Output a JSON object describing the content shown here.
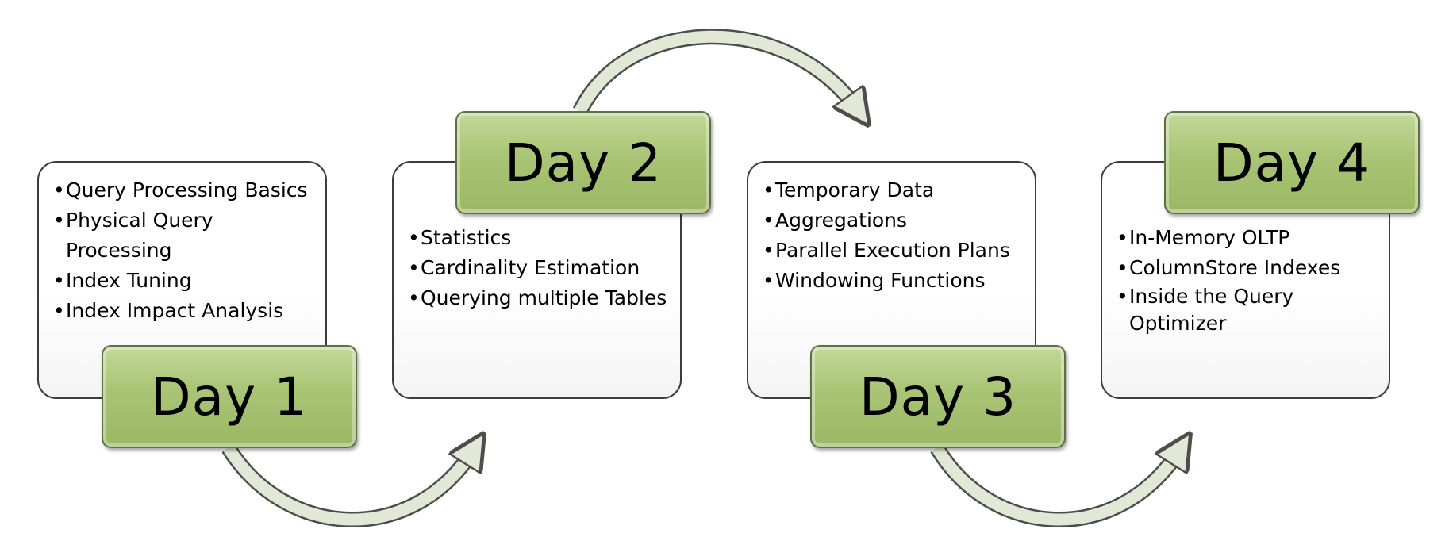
{
  "days": [
    {
      "label": "Day 1",
      "items": [
        "Query Processing Basics",
        "Physical Query Processing",
        "Index Tuning",
        "Index Impact Analysis"
      ]
    },
    {
      "label": "Day 2",
      "items": [
        "Statistics",
        "Cardinality Estimation",
        "Querying multiple Tables"
      ]
    },
    {
      "label": "Day 3",
      "items": [
        "Temporary Data",
        "Aggregations",
        "Parallel Execution Plans",
        "Windowing Functions"
      ]
    },
    {
      "label": "Day 4",
      "items": [
        "In-Memory OLTP",
        "ColumnStore Indexes",
        "Inside the Query Optimizer"
      ]
    }
  ],
  "colors": {
    "day_box": "#a9c474",
    "arrow_fill": "#e3e8d6",
    "arrow_stroke": "#4d4d4d"
  }
}
